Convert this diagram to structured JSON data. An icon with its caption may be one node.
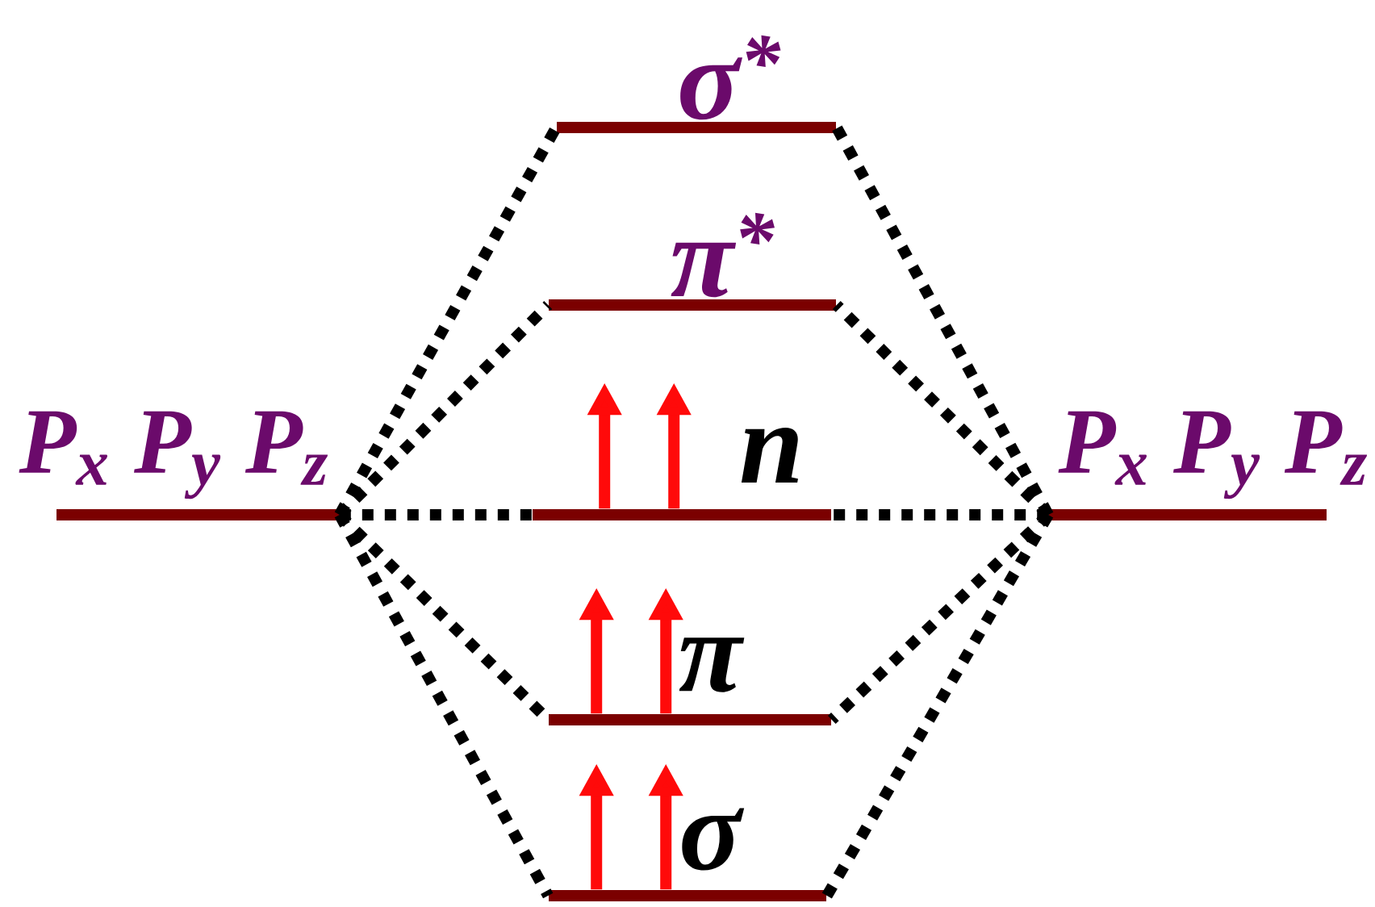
{
  "diagram": {
    "nodes": [
      {
        "text": [
          "σ$^{*}$"
        ]
      },
      {
        "text": [
          "π$^{*}$"
        ]
      },
      {
        "text": [
          "P$_{x}$ P$_{y}$  P$_{z}$"
        ]
      },
      {
        "text": [
          "n"
        ]
      },
      {
        "text": [
          "P$_{x}$ P$_{y}$  P$_{z}$"
        ]
      },
      {
        "text": [
          "π"
        ]
      },
      {
        "text": [
          "σ"
        ]
      }
    ],
    "edges": [
      {
        "from": 2,
        "to": 0,
        "arrow": "none",
        "style": "dashed"
      },
      {
        "from": 2,
        "to": 1,
        "arrow": "none",
        "style": "dashed"
      },
      {
        "from": 2,
        "to": 3,
        "arrow": "none",
        "style": "dashed"
      },
      {
        "from": 2,
        "to": 5,
        "arrow": "none",
        "style": "dashed"
      },
      {
        "from": 2,
        "to": 6,
        "arrow": "none",
        "style": "dashed"
      },
      {
        "from": 4,
        "to": 0,
        "arrow": "none",
        "style": "dashed"
      },
      {
        "from": 4,
        "to": 1,
        "arrow": "none",
        "style": "dashed"
      },
      {
        "from": 4,
        "to": 3,
        "arrow": "none",
        "style": "dashed"
      },
      {
        "from": 4,
        "to": 5,
        "arrow": "none",
        "style": "dashed"
      },
      {
        "from": 4,
        "to": 6,
        "arrow": "none",
        "style": "dashed"
      },
      {
        "from": 3,
        "to": null,
        "arrow": "to",
        "color": "#ff0a0a"
      },
      {
        "from": 3,
        "to": null,
        "arrow": "to",
        "color": "#ff0a0a"
      },
      {
        "from": 5,
        "to": null,
        "arrow": "to",
        "color": "#ff0a0a"
      },
      {
        "from": 5,
        "to": null,
        "arrow": "to",
        "color": "#ff0a0a"
      },
      {
        "from": 6,
        "to": null,
        "arrow": "to",
        "color": "#ff0a0a"
      },
      {
        "from": 6,
        "to": null,
        "arrow": "to",
        "color": "#ff0a0a"
      }
    ]
  }
}
